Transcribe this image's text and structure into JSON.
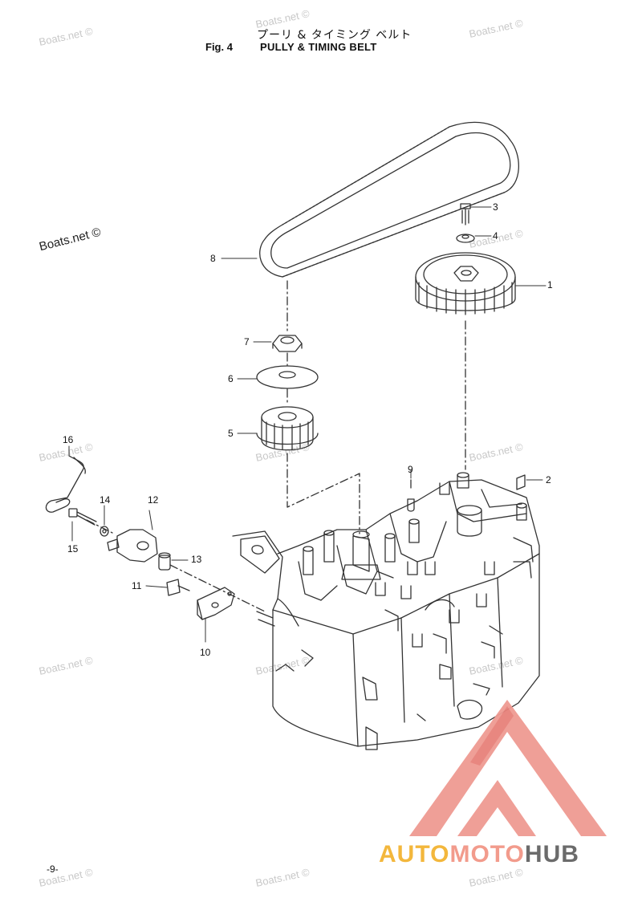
{
  "header": {
    "jp_title": "プーリ & タイミング ベルト",
    "fig_number": "Fig. 4",
    "fig_title": "PULLY & TIMING BELT"
  },
  "watermarks": {
    "faint": "Boats.net ©",
    "dark": "Boats.net ©"
  },
  "callouts": [
    "1",
    "2",
    "3",
    "4",
    "5",
    "6",
    "7",
    "8",
    "9",
    "10",
    "11",
    "12",
    "13",
    "14",
    "15",
    "16"
  ],
  "footer": {
    "page_number": "-9-",
    "brand_part1": "AUTO",
    "brand_part2": "MOTO",
    "brand_part3": "HUB"
  },
  "colors": {
    "line": "#333333",
    "watermark": "#c8c8c8",
    "brand_yellow": "#f3b73c",
    "brand_pink": "#f29b8c",
    "brand_gray": "#6b6b6b",
    "logo_red": "#ef9a92"
  }
}
